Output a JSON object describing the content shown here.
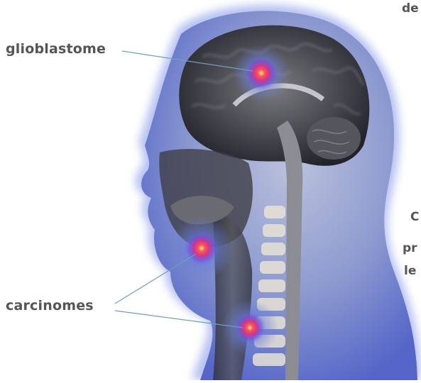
{
  "labels": {
    "glioblastome": "glioblastome",
    "carcinomes": "carcinomes"
  },
  "cropped_text": [
    "de",
    "C",
    "pr",
    "le"
  ],
  "icons": [
    "human-head-mri-illustration",
    "tumor-glow-marker"
  ],
  "colors": {
    "label_text": "#555555",
    "leader_line": "#6f9fb8",
    "head_glow": "#6b7fd6",
    "tumor_core": "#ff3c46",
    "tumor_halo": "#7a4ee0",
    "bone": "#e8e2d6"
  }
}
